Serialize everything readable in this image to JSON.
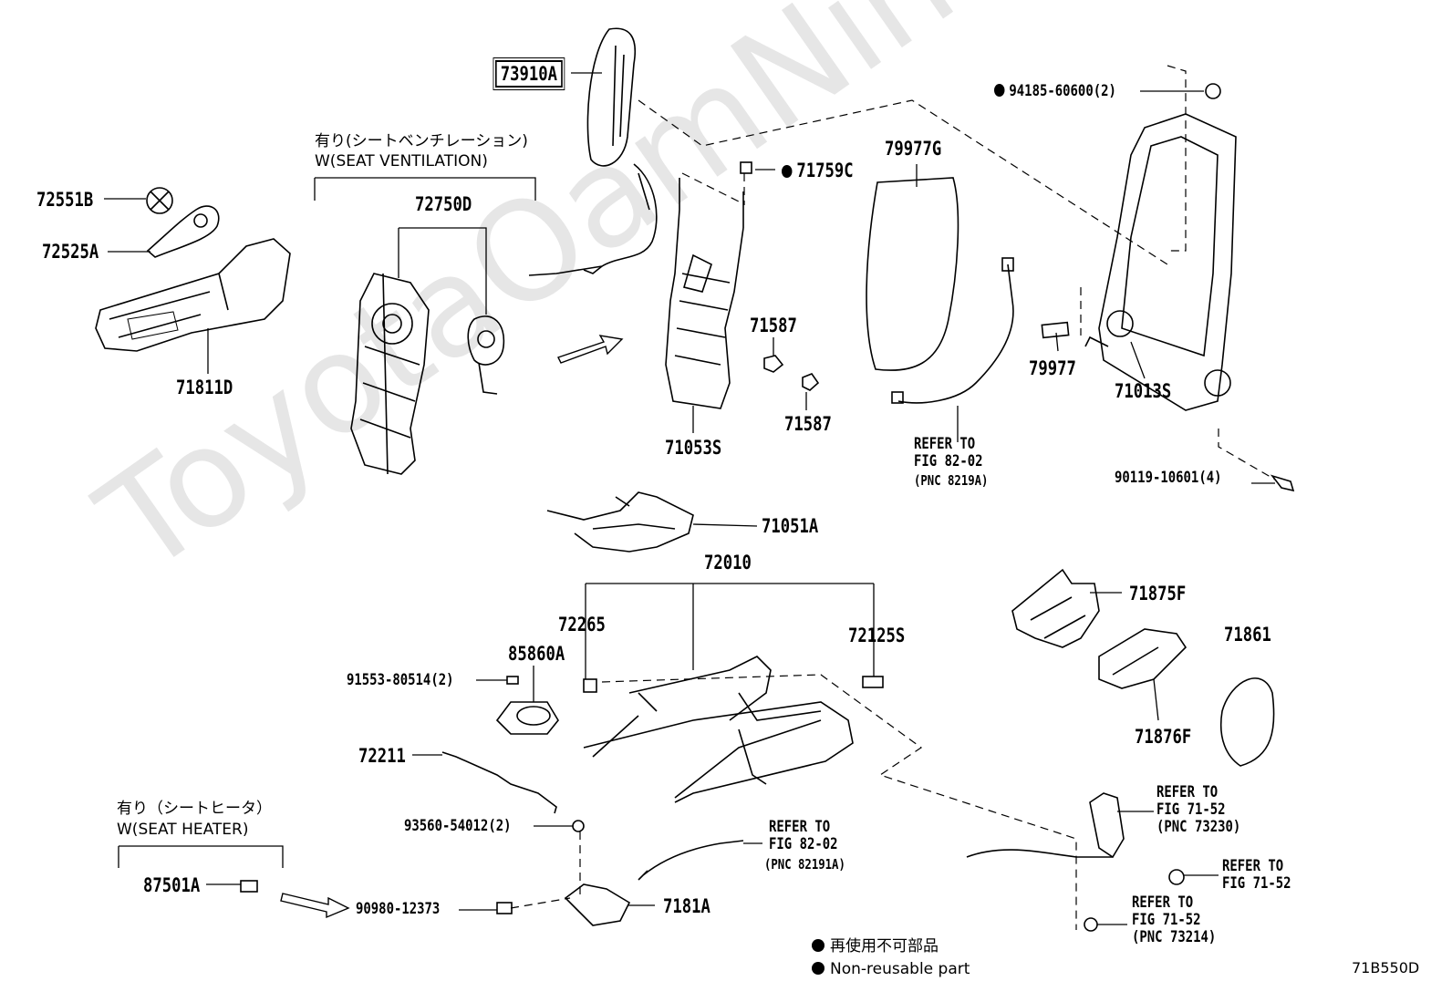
{
  "watermark": "ToyotaOamNine.ru",
  "figure_code": "71B550D",
  "legend": {
    "jp": "再使用不可部品",
    "en": "Non-reusable part"
  },
  "groups": {
    "ventilation_jp": "有り(シートベンチレーション)",
    "ventilation_en": "W(SEAT VENTILATION)",
    "heater_jp": "有り（シートヒータ）",
    "heater_en": "W(SEAT HEATER)"
  },
  "parts": {
    "p73910A": "73910A",
    "p72551B": "72551B",
    "p72525A": "72525A",
    "p71811D": "71811D",
    "p72750D": "72750D",
    "p71759C": "71759C",
    "p79977G": "79977G",
    "p94185": "94185-60600(2)",
    "p71587a": "71587",
    "p71587b": "71587",
    "p71053S": "71053S",
    "p79977": "79977",
    "p71013S": "71013S",
    "p90119": "90119-10601(4)",
    "p71051A": "71051A",
    "p72010": "72010",
    "p72265": "72265",
    "p85860A": "85860A",
    "p72125S": "72125S",
    "p71875F": "71875F",
    "p71861": "71861",
    "p71876F": "71876F",
    "p91553": "91553-80514(2)",
    "p72211": "72211",
    "p93560": "93560-54012(2)",
    "p87501A": "87501A",
    "p90980": "90980-12373",
    "p7181A": "7181A"
  },
  "refs": {
    "r1": [
      "REFER TO",
      "FIG 82-02",
      "(PNC 8219A)"
    ],
    "r2": [
      "REFER TO",
      "FIG 82-02",
      "(PNC 82191A)"
    ],
    "r3": [
      "REFER TO",
      "FIG 71-52",
      "(PNC 73230)"
    ],
    "r4": [
      "REFER TO",
      "FIG 71-52"
    ],
    "r5": [
      "REFER TO",
      "FIG 71-52",
      "(PNC 73214)"
    ]
  }
}
